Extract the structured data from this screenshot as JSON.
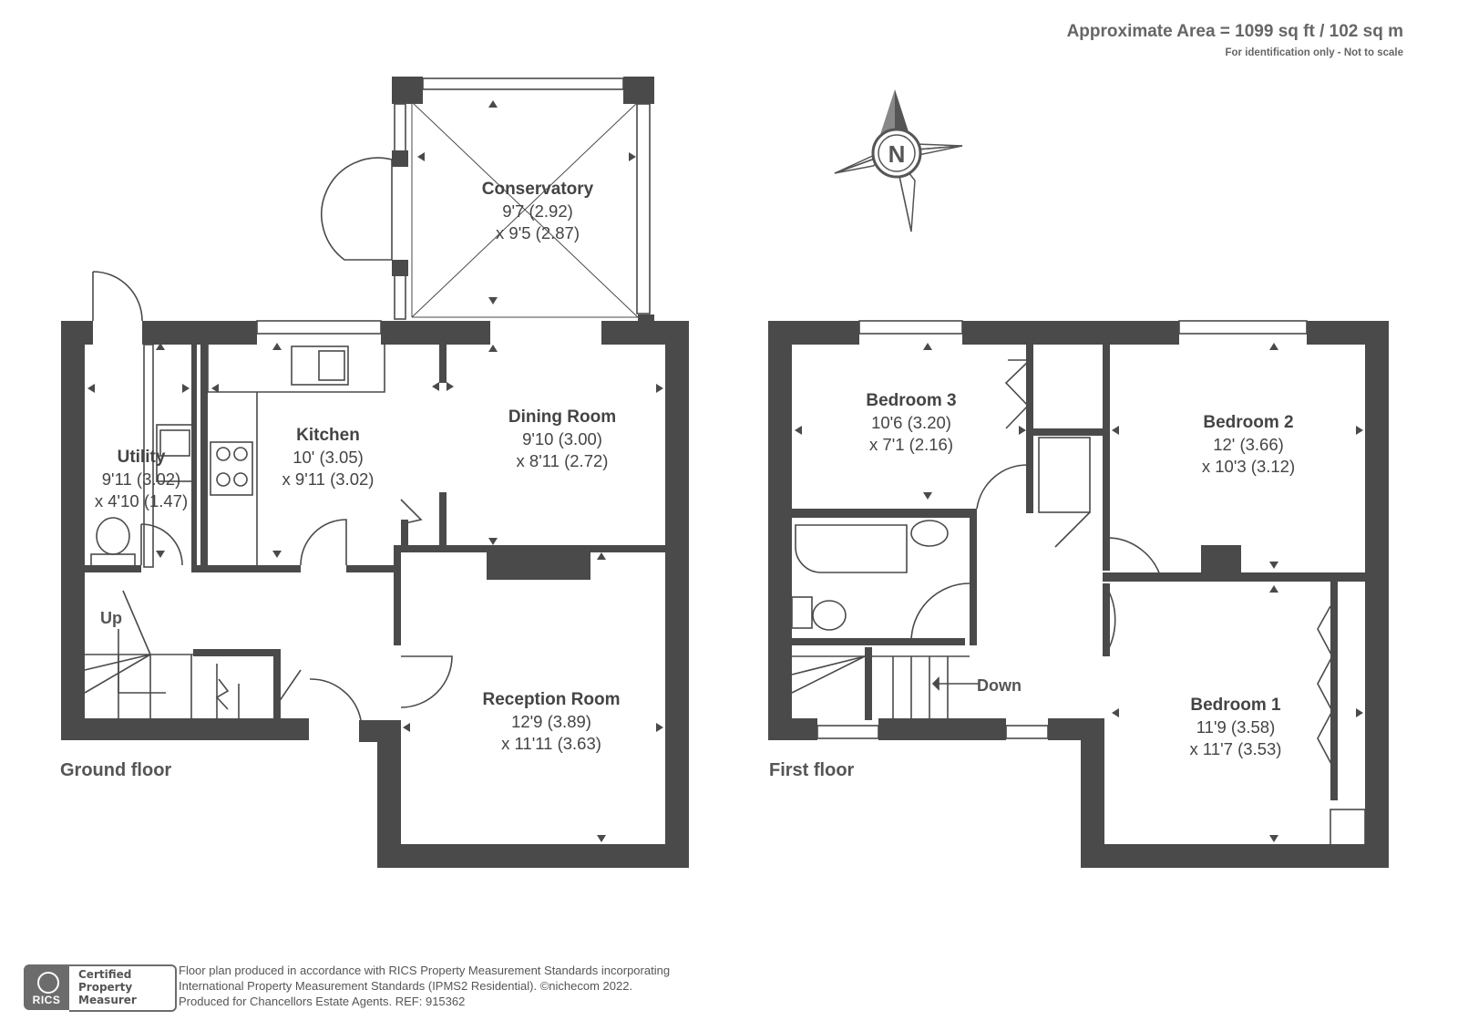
{
  "header": {
    "area": "Approximate Area = 1099 sq ft / 102 sq m",
    "note": "For identification only - Not to scale"
  },
  "compass": {
    "label": "N"
  },
  "ground_floor": {
    "label": "Ground floor",
    "stairs_label": "Up",
    "rooms": [
      {
        "name": "Conservatory",
        "dim1": "9'7 (2.92)",
        "dim2": "x 9'5 (2.87)"
      },
      {
        "name": "Kitchen",
        "dim1": "10' (3.05)",
        "dim2": "x 9'11 (3.02)"
      },
      {
        "name": "Dining Room",
        "dim1": "9'10 (3.00)",
        "dim2": "x 8'11 (2.72)"
      },
      {
        "name": "Utility",
        "dim1": "9'11 (3.02)",
        "dim2": "x 4'10 (1.47)"
      },
      {
        "name": "Reception Room",
        "dim1": "12'9 (3.89)",
        "dim2": "x 11'11 (3.63)"
      }
    ]
  },
  "first_floor": {
    "label": "First floor",
    "stairs_label": "Down",
    "rooms": [
      {
        "name": "Bedroom 3",
        "dim1": "10'6 (3.20)",
        "dim2": "x 7'1 (2.16)"
      },
      {
        "name": "Bedroom 2",
        "dim1": "12' (3.66)",
        "dim2": "x 10'3 (3.12)"
      },
      {
        "name": "Bedroom 1",
        "dim1": "11'9 (3.58)",
        "dim2": "x 11'7 (3.53)"
      }
    ]
  },
  "footer": {
    "badge_logo": "RICS",
    "badge_line1": "Certified",
    "badge_line2": "Property",
    "badge_line3": "Measurer",
    "line1": "Floor plan produced in accordance with RICS Property Measurement Standards incorporating",
    "line2": "International Property Measurement Standards (IPMS2 Residential).   ©nichecom 2022.",
    "line3": "Produced for Chancellors Estate Agents.   REF: 915362"
  },
  "colors": {
    "wall": "#4a4a4a",
    "text": "#444444"
  }
}
